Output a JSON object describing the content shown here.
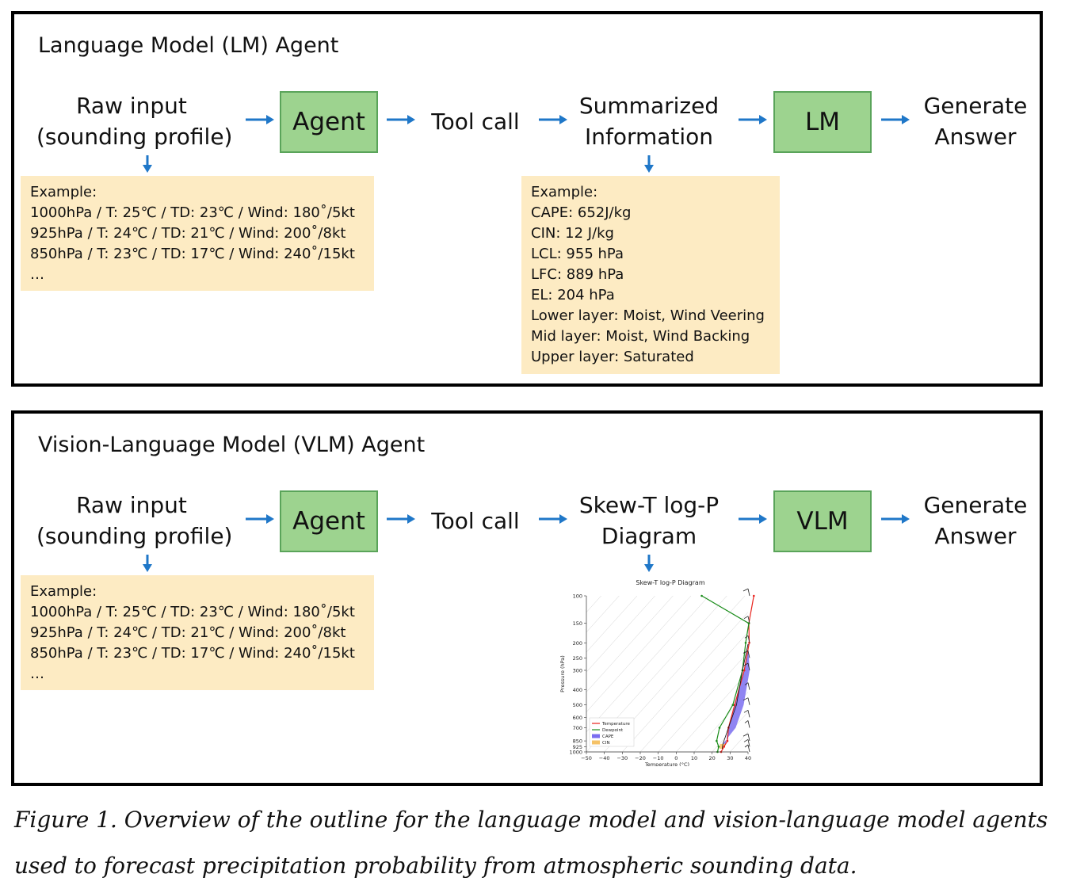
{
  "lm_panel": {
    "title": "Language Model (LM) Agent",
    "raw_input_line1": "Raw input",
    "raw_input_line2": "(sounding profile)",
    "agent_label": "Agent",
    "tool_call": "Tool call",
    "middle_line1": "Summarized",
    "middle_line2": "Information",
    "model_label": "LM",
    "generate_line1": "Generate",
    "generate_line2": "Answer",
    "example_left": [
      "Example:",
      "1000hPa / T: 25℃ / TD: 23℃ / Wind: 180˚/5kt",
      "925hPa / T: 24℃ / TD: 21℃ / Wind: 200˚/8kt",
      "850hPa / T: 23℃ / TD: 17℃ / Wind: 240˚/15kt",
      "…"
    ],
    "example_right": [
      "Example:",
      "CAPE: 652J/kg",
      "CIN: 12 J/kg",
      "LCL: 955 hPa",
      "LFC: 889 hPa",
      "EL: 204 hPa",
      "Lower layer: Moist, Wind Veering",
      "Mid layer: Moist, Wind Backing",
      "Upper layer: Saturated"
    ]
  },
  "vlm_panel": {
    "title": "Vision-Language Model (VLM) Agent",
    "raw_input_line1": "Raw input",
    "raw_input_line2": "(sounding profile)",
    "agent_label": "Agent",
    "tool_call": "Tool call",
    "middle_line1": "Skew-T log-P",
    "middle_line2": "Diagram",
    "model_label": "VLM",
    "generate_line1": "Generate",
    "generate_line2": "Answer",
    "example_left": [
      "Example:",
      "1000hPa / T: 25℃ / TD: 23℃ / Wind: 180˚/5kt",
      "925hPa / T: 24℃ / TD: 21℃ / Wind: 200˚/8kt",
      "850hPa / T: 23℃ / TD: 17℃ / Wind: 240˚/15kt",
      "…"
    ]
  },
  "colors": {
    "green_box": "#9dd38f",
    "green_border": "#5aa45a",
    "example_bg": "#fdebc3",
    "arrow": "#1f77c8",
    "temperature": "#e8221c",
    "dewpoint": "#1a8c1a",
    "cape": "#7b6ef0",
    "cin": "#f5c267"
  },
  "chart_data": {
    "type": "line",
    "title": "Skew-T log-P Diagram",
    "xlabel": "Temperature (°C)",
    "ylabel": "Pressure (hPa)",
    "x_ticks": [
      "−50",
      "−40",
      "−30",
      "−20",
      "−10",
      "0",
      "10",
      "20",
      "30",
      "40"
    ],
    "y_ticks": [
      "100",
      "150",
      "200",
      "250",
      "300",
      "400",
      "500",
      "600",
      "700",
      "850",
      "925",
      "1000"
    ],
    "legend": [
      "Temperature",
      "Dewpoint",
      "CAPE",
      "CIN"
    ],
    "legend_position": "lower-left",
    "series": [
      {
        "name": "Temperature",
        "pressure": [
          1000,
          925,
          850,
          700,
          500,
          300,
          200,
          150,
          100
        ],
        "values": [
          25,
          24,
          23,
          17,
          9,
          -3,
          -14,
          -24,
          -35
        ]
      },
      {
        "name": "Dewpoint",
        "pressure": [
          1000,
          925,
          850,
          700,
          500,
          300,
          200,
          150,
          100
        ],
        "values": [
          23,
          21,
          17,
          12,
          8,
          -4,
          -16,
          -24,
          -64
        ]
      }
    ],
    "parcel": {
      "pressure": [
        955,
        889,
        700,
        500,
        300,
        204
      ],
      "values": [
        24,
        22,
        17,
        10,
        -4,
        -14
      ]
    }
  },
  "caption": "Figure 1. Overview of the outline for the language model and vision-language model agents used to forecast precipitation probability from atmospheric sounding data."
}
